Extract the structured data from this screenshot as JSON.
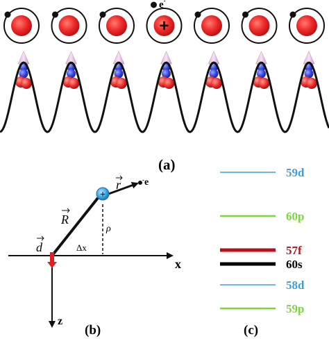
{
  "panel_a": {
    "label": "(a)",
    "electron_label": "e",
    "electron_sign": "-",
    "ion_sign": "+",
    "atom_count": 7,
    "ionized_atom_index": 3,
    "colors": {
      "core": "#e8202a",
      "orbit": "#111111",
      "electron": "#111111",
      "lattice": "#111111"
    }
  },
  "panel_b": {
    "label": "(b)",
    "vector_R": "R",
    "vector_r": "r",
    "vector_d": "d",
    "rho": "ρ",
    "delta_x": "Δx",
    "axis_x": "x",
    "axis_z": "z",
    "electron_label": "e",
    "electron_sign": "-",
    "ion_sign": "+",
    "colors": {
      "ion": "#39a7e6",
      "dipole": "#e02020",
      "axis": "#111111"
    }
  },
  "panel_c": {
    "label": "(c)",
    "levels": [
      {
        "name": "59d",
        "color": "#3aa0e0",
        "thickness": "thin"
      },
      {
        "name": "60p",
        "color": "#7ad63a",
        "thickness": "medium"
      },
      {
        "name": "57f",
        "color": "#b5121b",
        "thickness": "thick"
      },
      {
        "name": "60s",
        "color": "#000000",
        "thickness": "thick"
      },
      {
        "name": "58d",
        "color": "#3aa0e0",
        "thickness": "thin"
      },
      {
        "name": "59p",
        "color": "#7ad63a",
        "thickness": "medium"
      }
    ]
  }
}
